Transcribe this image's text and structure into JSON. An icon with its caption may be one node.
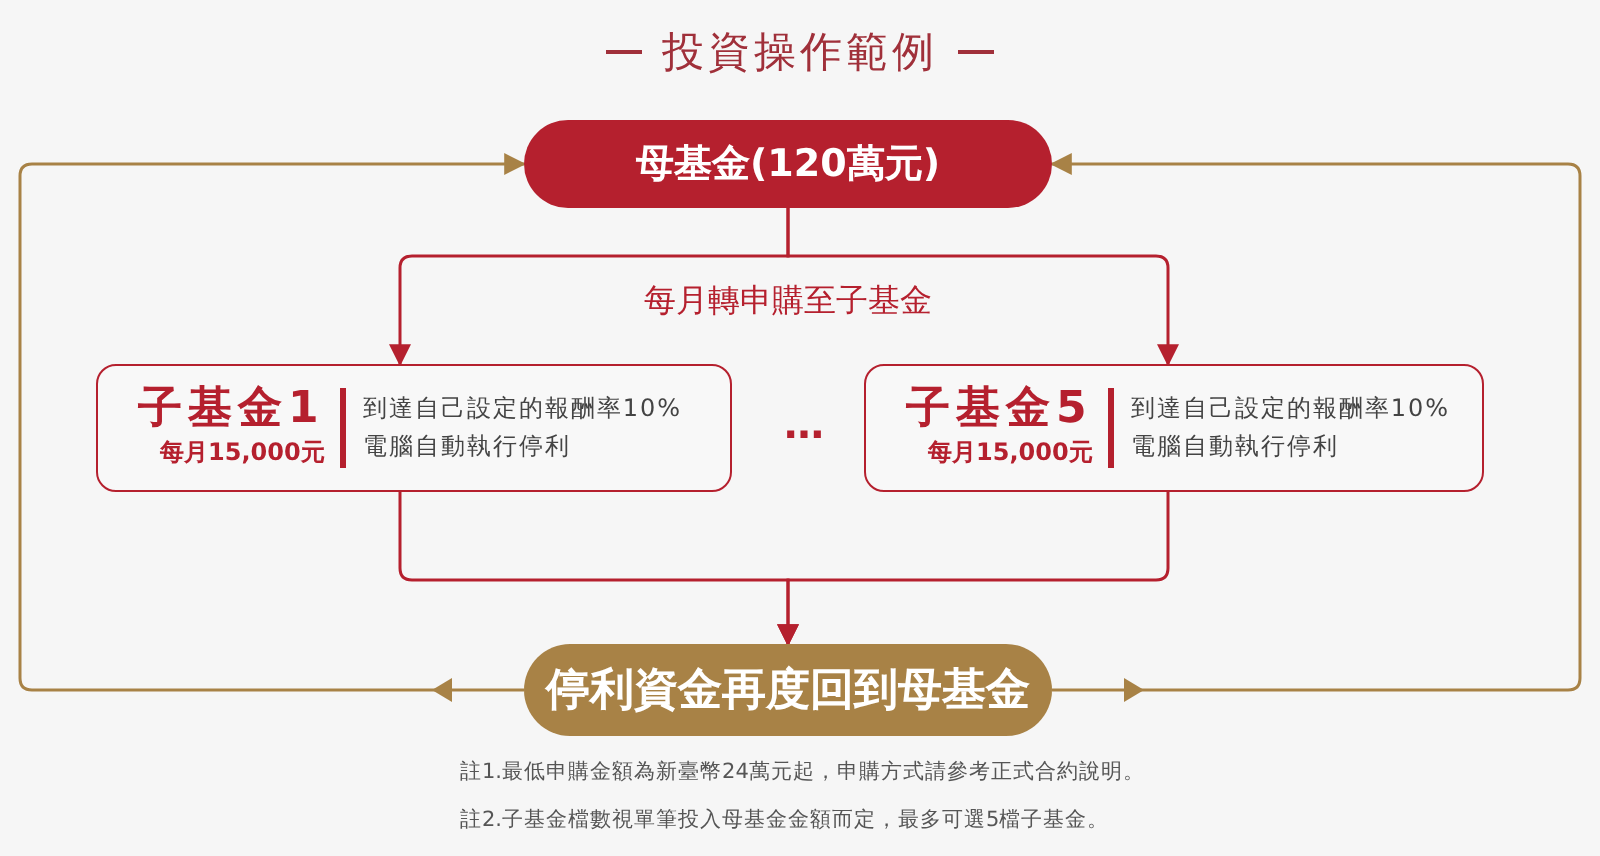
{
  "diagram": {
    "title": "投資操作範例",
    "nodes": [
      {
        "text": [
          "母基金(120萬元)"
        ]
      },
      {
        "text": [
          "子基金1",
          "每月15,000元",
          "到達自己設定的報酬率10%電腦自動執行停利"
        ]
      },
      {
        "text": [
          "子基金5",
          "每月15,000元",
          "到達自己設定的報酬率10%電腦自動執行停利"
        ]
      },
      {
        "text": [
          "停利資金再度回到母基金"
        ]
      }
    ],
    "edges": [
      {
        "from": 0,
        "to": 1,
        "arrow": "to",
        "label": "每月轉申購至子基金"
      },
      {
        "from": 0,
        "to": 2,
        "arrow": "to"
      },
      {
        "from": 1,
        "to": 3,
        "arrow": "to"
      },
      {
        "from": 2,
        "to": 3,
        "arrow": "to"
      },
      {
        "from": 3,
        "to": 0,
        "arrow": "to",
        "color": "#a88246"
      },
      {
        "from": 3,
        "to": 0,
        "arrow": "to",
        "color": "#a88246"
      }
    ],
    "labels": [
      "…",
      "註1.最低申購金額為新臺幣24萬元起，申購方式請參考正式合約說明。",
      "註2.子基金檔數視單筆投入母基金金額而定，最多可選5檔子基金。"
    ]
  }
}
